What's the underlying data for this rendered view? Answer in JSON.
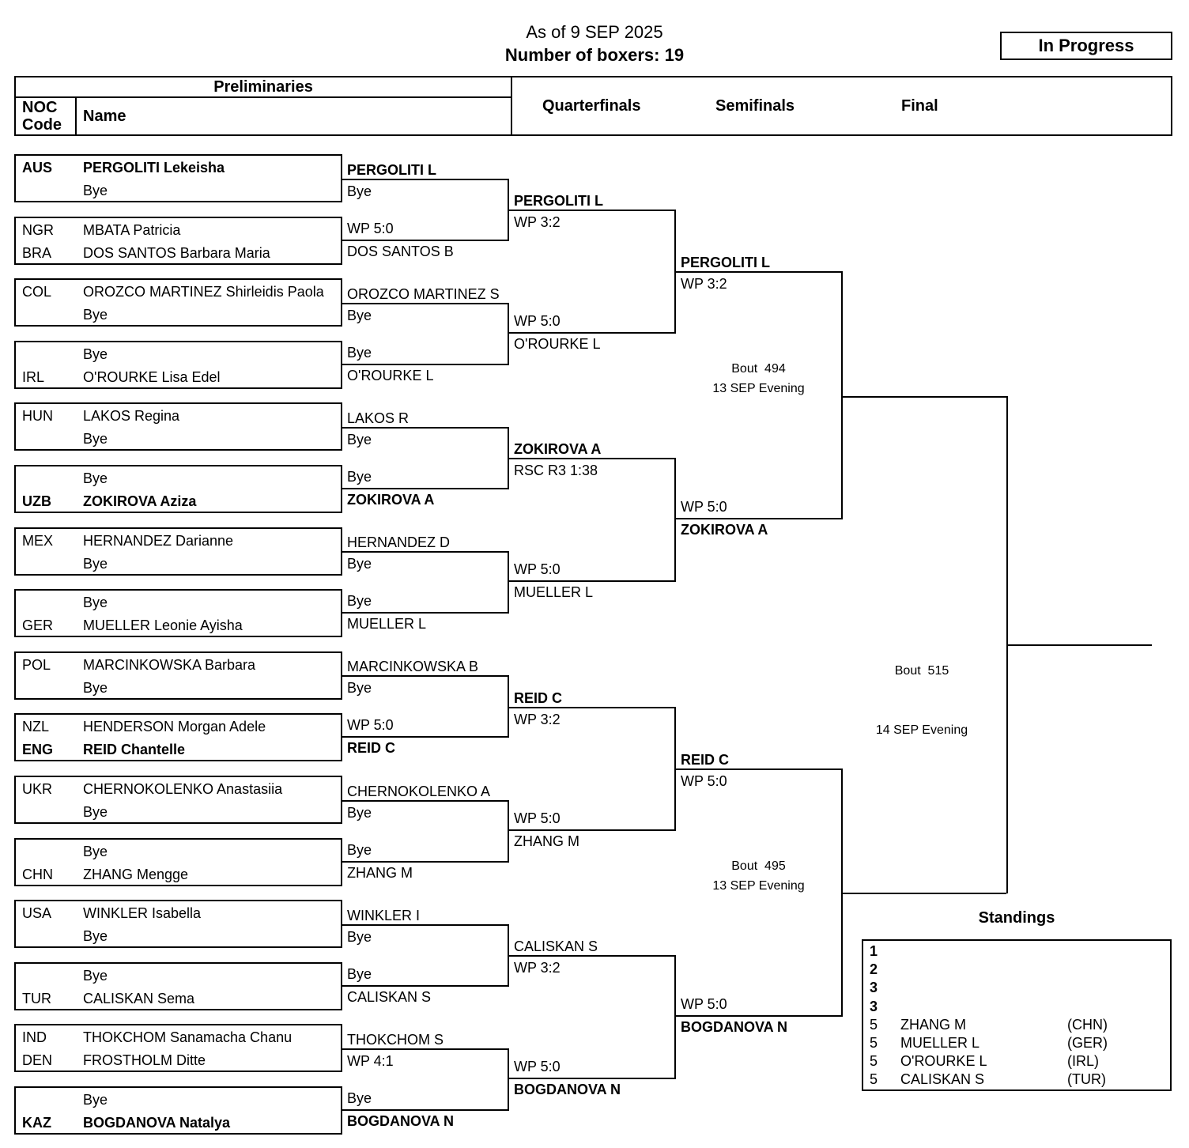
{
  "header": {
    "as_of": "As of 9 SEP 2025",
    "boxers_count": "Number of boxers: 19",
    "status": "In Progress"
  },
  "table_header": {
    "preliminaries": "Preliminaries",
    "noc_line1": "NOC",
    "noc_line2": "Code",
    "name": "Name",
    "rounds": [
      "Quarterfinals",
      "Semifinals",
      "Final"
    ]
  },
  "preliminaries": [
    {
      "rows": [
        {
          "noc": "AUS",
          "name": "PERGOLITI Lekeisha",
          "bold": true
        },
        {
          "noc": "",
          "name": "Bye",
          "bold": false
        }
      ]
    },
    {
      "rows": [
        {
          "noc": "NGR",
          "name": "MBATA Patricia",
          "bold": false
        },
        {
          "noc": "BRA",
          "name": "DOS SANTOS Barbara Maria",
          "bold": false
        }
      ]
    },
    {
      "rows": [
        {
          "noc": "COL",
          "name": "OROZCO MARTINEZ Shirleidis Paola",
          "bold": false
        },
        {
          "noc": "",
          "name": "Bye",
          "bold": false
        }
      ]
    },
    {
      "rows": [
        {
          "noc": "",
          "name": "Bye",
          "bold": false
        },
        {
          "noc": "IRL",
          "name": "O'ROURKE Lisa Edel",
          "bold": false
        }
      ]
    },
    {
      "rows": [
        {
          "noc": "HUN",
          "name": "LAKOS Regina",
          "bold": false
        },
        {
          "noc": "",
          "name": "Bye",
          "bold": false
        }
      ]
    },
    {
      "rows": [
        {
          "noc": "",
          "name": "Bye",
          "bold": false
        },
        {
          "noc": "UZB",
          "name": "ZOKIROVA Aziza",
          "bold": true
        }
      ]
    },
    {
      "rows": [
        {
          "noc": "MEX",
          "name": "HERNANDEZ Darianne",
          "bold": false
        },
        {
          "noc": "",
          "name": "Bye",
          "bold": false
        }
      ]
    },
    {
      "rows": [
        {
          "noc": "",
          "name": "Bye",
          "bold": false
        },
        {
          "noc": "GER",
          "name": "MUELLER Leonie Ayisha",
          "bold": false
        }
      ]
    },
    {
      "rows": [
        {
          "noc": "POL",
          "name": "MARCINKOWSKA Barbara",
          "bold": false
        },
        {
          "noc": "",
          "name": "Bye",
          "bold": false
        }
      ]
    },
    {
      "rows": [
        {
          "noc": "NZL",
          "name": "HENDERSON Morgan Adele",
          "bold": false
        },
        {
          "noc": "ENG",
          "name": "REID Chantelle",
          "bold": true
        }
      ]
    },
    {
      "rows": [
        {
          "noc": "UKR",
          "name": "CHERNOKOLENKO Anastasiia",
          "bold": false
        },
        {
          "noc": "",
          "name": "Bye",
          "bold": false
        }
      ]
    },
    {
      "rows": [
        {
          "noc": "",
          "name": "Bye",
          "bold": false
        },
        {
          "noc": "CHN",
          "name": "ZHANG Mengge",
          "bold": false
        }
      ]
    },
    {
      "rows": [
        {
          "noc": "USA",
          "name": "WINKLER Isabella",
          "bold": false
        },
        {
          "noc": "",
          "name": "Bye",
          "bold": false
        }
      ]
    },
    {
      "rows": [
        {
          "noc": "",
          "name": "Bye",
          "bold": false
        },
        {
          "noc": "TUR",
          "name": "CALISKAN Sema",
          "bold": false
        }
      ]
    },
    {
      "rows": [
        {
          "noc": "IND",
          "name": "THOKCHOM Sanamacha Chanu",
          "bold": false
        },
        {
          "noc": "DEN",
          "name": "FROSTHOLM Ditte",
          "bold": false
        }
      ]
    },
    {
      "rows": [
        {
          "noc": "",
          "name": "Bye",
          "bold": false
        },
        {
          "noc": "KAZ",
          "name": "BOGDANOVA Natalya",
          "bold": true
        }
      ]
    }
  ],
  "round_of_16": [
    {
      "top": "PERGOLITI L",
      "top_bold": true,
      "top_result": "Bye",
      "bottom_result": "WP 5:0",
      "bottom": "DOS SANTOS B",
      "bottom_bold": false
    },
    {
      "top": "OROZCO MARTINEZ S",
      "top_bold": false,
      "top_result": "Bye",
      "bottom_result": "Bye",
      "bottom": "O'ROURKE L",
      "bottom_bold": false
    },
    {
      "top": "LAKOS R",
      "top_bold": false,
      "top_result": "Bye",
      "bottom_result": "Bye",
      "bottom": "ZOKIROVA A",
      "bottom_bold": true
    },
    {
      "top": "HERNANDEZ D",
      "top_bold": false,
      "top_result": "Bye",
      "bottom_result": "Bye",
      "bottom": "MUELLER L",
      "bottom_bold": false
    },
    {
      "top": "MARCINKOWSKA B",
      "top_bold": false,
      "top_result": "Bye",
      "bottom_result": "WP 5:0",
      "bottom": "REID C",
      "bottom_bold": true
    },
    {
      "top": "CHERNOKOLENKO A",
      "top_bold": false,
      "top_result": "Bye",
      "bottom_result": "Bye",
      "bottom": "ZHANG M",
      "bottom_bold": false
    },
    {
      "top": "WINKLER I",
      "top_bold": false,
      "top_result": "Bye",
      "bottom_result": "Bye",
      "bottom": "CALISKAN S",
      "bottom_bold": false
    },
    {
      "top": "THOKCHOM S",
      "top_bold": false,
      "top_result": "WP 4:1",
      "bottom_result": "Bye",
      "bottom": "BOGDANOVA N",
      "bottom_bold": true
    }
  ],
  "quarterfinals": [
    {
      "top": "PERGOLITI L",
      "top_bold": true,
      "top_result": "WP 3:2",
      "bottom_result": "WP 5:0",
      "bottom": "O'ROURKE L",
      "bottom_bold": false
    },
    {
      "top": "ZOKIROVA A",
      "top_bold": true,
      "top_result": "RSC R3 1:38",
      "bottom_result": "WP 5:0",
      "bottom": "MUELLER L",
      "bottom_bold": false
    },
    {
      "top": "REID C",
      "top_bold": true,
      "top_result": "WP 3:2",
      "bottom_result": "WP 5:0",
      "bottom": "ZHANG M",
      "bottom_bold": false
    },
    {
      "top": "CALISKAN S",
      "top_bold": false,
      "top_result": "WP 3:2",
      "bottom_result": "WP 5:0",
      "bottom": "BOGDANOVA N",
      "bottom_bold": true
    }
  ],
  "semifinals": [
    {
      "top": "PERGOLITI L",
      "top_bold": true,
      "top_result": "WP 3:2",
      "bottom_result": "WP 5:0",
      "bottom": "ZOKIROVA A",
      "bottom_bold": true,
      "bout": "Bout  494",
      "schedule": "13 SEP Evening"
    },
    {
      "top": "REID C",
      "top_bold": true,
      "top_result": "WP 5:0",
      "bottom_result": "WP 5:0",
      "bottom": "BOGDANOVA N",
      "bottom_bold": true,
      "bout": "Bout  495",
      "schedule": "13 SEP Evening"
    }
  ],
  "final": {
    "bout": "Bout  515",
    "schedule": "14 SEP Evening"
  },
  "standings": {
    "title": "Standings",
    "rows": [
      {
        "rank": "1",
        "name": "",
        "noc": "",
        "bold": true
      },
      {
        "rank": "2",
        "name": "",
        "noc": "",
        "bold": true
      },
      {
        "rank": "3",
        "name": "",
        "noc": "",
        "bold": true
      },
      {
        "rank": "3",
        "name": "",
        "noc": "",
        "bold": true
      },
      {
        "rank": "5",
        "name": "ZHANG M",
        "noc": "(CHN)",
        "bold": false
      },
      {
        "rank": "5",
        "name": "MUELLER L",
        "noc": "(GER)",
        "bold": false
      },
      {
        "rank": "5",
        "name": "O'ROURKE L",
        "noc": "(IRL)",
        "bold": false
      },
      {
        "rank": "5",
        "name": "CALISKAN S",
        "noc": "(TUR)",
        "bold": false
      }
    ]
  }
}
